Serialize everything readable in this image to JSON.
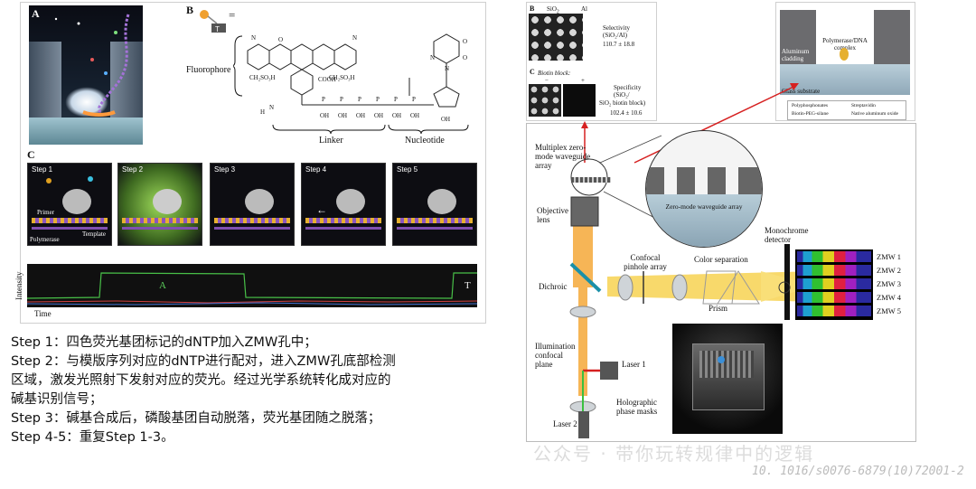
{
  "left_figure": {
    "panel_a_label": "A",
    "panel_b_label": "B",
    "panel_c_label": "C",
    "equals_sign": "=",
    "fluorophore_label": "Fluorophore",
    "linker_label": "Linker",
    "nucleotide_label": "Nucleotide",
    "steps": [
      "Step 1",
      "Step 2",
      "Step 3",
      "Step 4",
      "Step 5"
    ],
    "step1_primer": "Primer",
    "step1_polymerase": "Polymerase",
    "step1_template": "Template",
    "trace_y_label": "Intensity",
    "trace_x_label": "Time",
    "trace_peak_a": "A",
    "trace_peak_t": "T"
  },
  "caption": {
    "step1": "Step 1：四色荧光基团标记的dNTP加入ZMW孔中；",
    "step2a": "Step 2：与模版序列对应的dNTP进行配对，进入ZMW孔底部检测",
    "step2b": "区域，激发光照射下发射对应的荧光。经过光学系统转化成对应的",
    "step2c": "碱基识别信号；",
    "step3": "Step 3：碱基合成后，磷酸基团自动脱落，荧光基团随之脱落；",
    "step45": "Step 4-5：重复Step 1-3。"
  },
  "right_figure": {
    "b_label": "B",
    "sio2": "SiO",
    "sio2_sub": "2",
    "al": "Al",
    "selectivity_title": "Selectivity",
    "selectivity_ratio": "(SiO₂/Al)",
    "selectivity_value": "110.7 ± 18.8",
    "c_label": "C",
    "biotin_block": "Biotin block:",
    "minus": "−",
    "plus": "+",
    "specificity_title": "Specificity",
    "specificity_ratio": "(SiO₂/",
    "specificity_ratio2": "SiO₂ biotin block)",
    "specificity_value": "102.4 ± 10.6",
    "inset_aluminum": "Aluminum cladding",
    "inset_polymerase": "Polymerase/DNA complex",
    "inset_glass": "Glass substrate",
    "legend_items": [
      "Polyphosphonates",
      "Streptavidin",
      "Biotin-PEG-silane",
      "Native aluminum oxide"
    ],
    "multiplex": "Multiplex zero-mode waveguide array",
    "zmw_array_label": "Zero-mode waveguide array",
    "objective": "Objective lens",
    "monochrome": "Monochrome detector",
    "confocal_pinhole": "Confocal pinhole array",
    "color_sep": "Color separation",
    "dichroic": "Dichroic",
    "prism": "Prism",
    "illumination": "Illumination confocal plane",
    "laser1": "Laser 1",
    "laser2": "Laser 2",
    "holographic": "Holographic phase masks",
    "zmw_rows": [
      "ZMW 1",
      "ZMW 2",
      "ZMW 3",
      "ZMW 4",
      "ZMW 5"
    ]
  },
  "watermark": "公众号 · 带你玩转规律中的逻辑",
  "doi": "10. 1016/s0076-6879(10)72001-2"
}
